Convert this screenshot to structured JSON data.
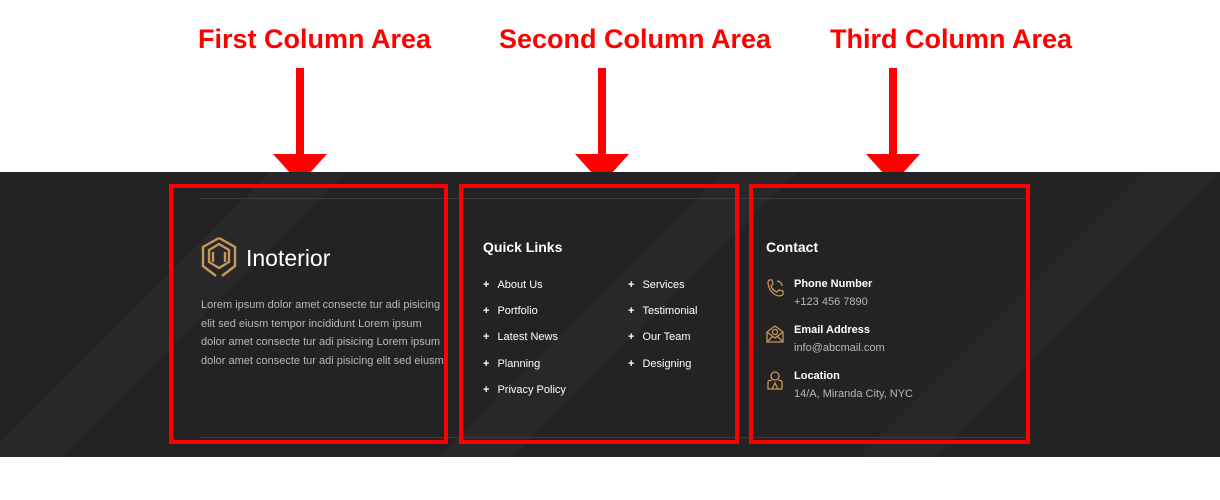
{
  "annotations": {
    "first": "First Column Area",
    "second": "Second Column Area",
    "third": "Third Column Area"
  },
  "brand": {
    "name": "Inoterior",
    "about": "Lorem ipsum dolor amet consecte tur adi pisicing elit sed eiusm tempor incididunt Lorem ipsum dolor amet consecte tur adi pisicing Lorem ipsum dolor amet consecte tur adi pisicing elit sed eiusm"
  },
  "quick_links": {
    "title": "Quick Links",
    "left": [
      "About Us",
      "Portfolio",
      "Latest News",
      "Planning",
      "Privacy Policy"
    ],
    "right": [
      "Services",
      "Testimonial",
      "Our Team",
      "Designing"
    ]
  },
  "contact": {
    "title": "Contact",
    "items": [
      {
        "label": "Phone Number",
        "value": "+123 456 7890",
        "icon": "phone-icon"
      },
      {
        "label": "Email Address",
        "value": "info@abcmail.com",
        "icon": "email-icon"
      },
      {
        "label": "Location",
        "value": "14/A, Miranda City, NYC",
        "icon": "location-icon"
      }
    ]
  },
  "colors": {
    "accent": "#c8965a",
    "annotation": "#ff0000",
    "bg": "#232323"
  }
}
